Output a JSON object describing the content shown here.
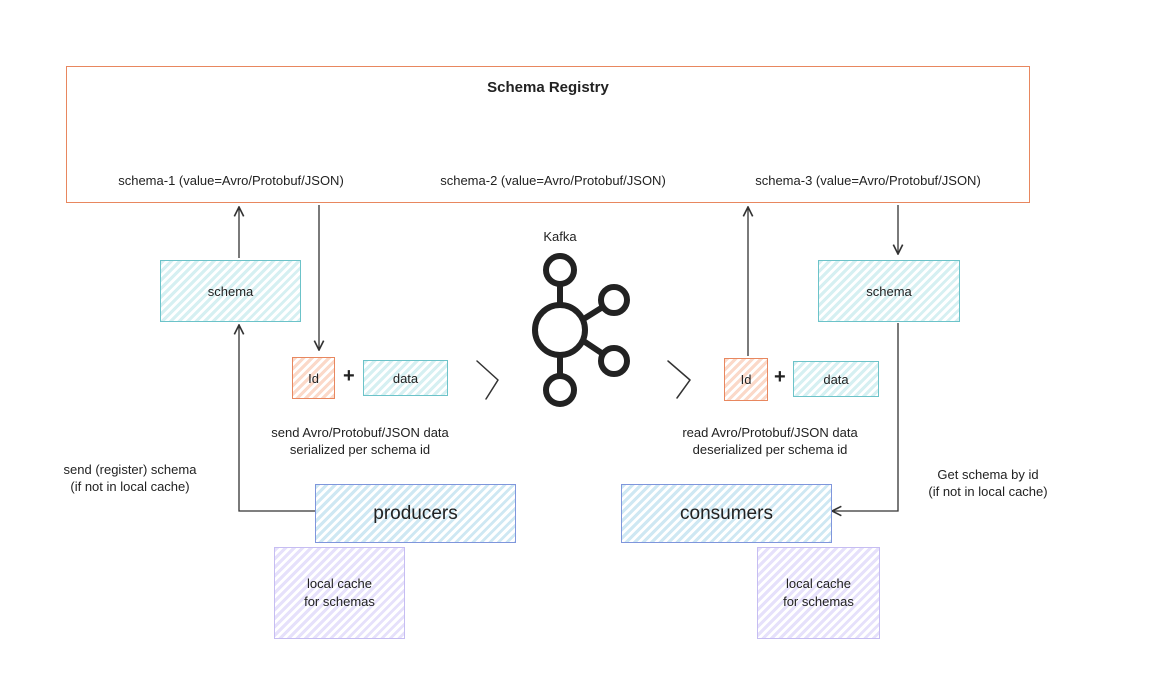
{
  "registry": {
    "title": "Schema Registry",
    "schemas": [
      "schema-1 (value=Avro/Protobuf/JSON)",
      "schema-2 (value=Avro/Protobuf/JSON)",
      "schema-3 (value=Avro/Protobuf/JSON)"
    ]
  },
  "kafka": {
    "label": "Kafka"
  },
  "producer_side": {
    "schema_label": "schema",
    "id_label": "Id",
    "plus": "+",
    "data_label": "data",
    "send_data_line1": "send Avro/Protobuf/JSON data",
    "send_data_line2": "serialized per schema id",
    "register_line1": "send (register) schema",
    "register_line2": "(if not in local cache)",
    "producers_label": "producers",
    "cache_line1": "local cache",
    "cache_line2": "for schemas"
  },
  "consumer_side": {
    "schema_label": "schema",
    "id_label": "Id",
    "plus": "+",
    "data_label": "data",
    "read_data_line1": "read Avro/Protobuf/JSON data",
    "read_data_line2": "deserialized per schema id",
    "get_line1": "Get schema by id",
    "get_line2": "(if not in local cache)",
    "consumers_label": "consumers",
    "cache_line1": "local cache",
    "cache_line2": "for schemas"
  },
  "colors": {
    "orange": "#e8875f",
    "teal": "#6cc3c9",
    "blue": "#7f96dc",
    "purple": "#c6bdf2",
    "ink": "#222222"
  }
}
